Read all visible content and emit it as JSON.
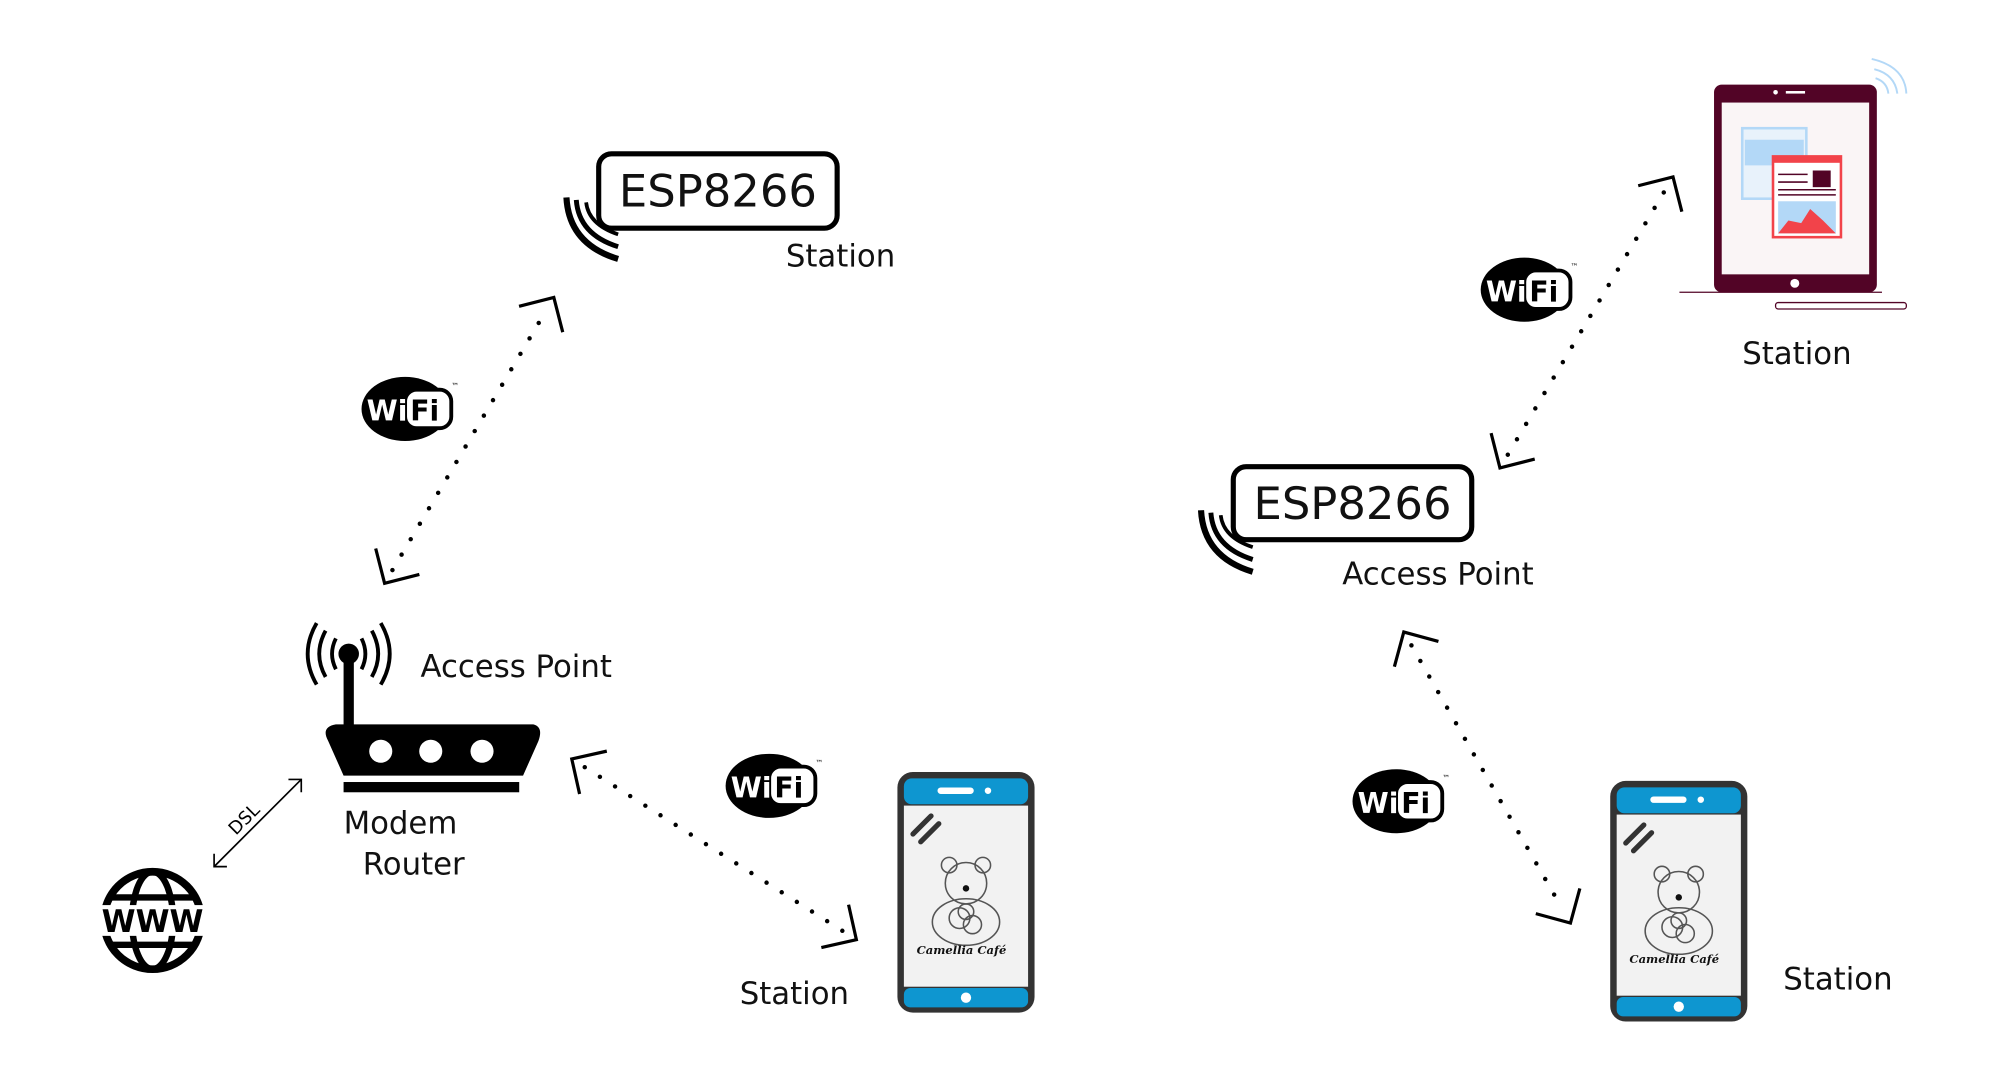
{
  "left": {
    "esp_module": {
      "chip": "ESP8266",
      "role": "Station"
    },
    "router": {
      "role": "Access Point",
      "name_line1": "Modem",
      "name_line2": "Router"
    },
    "dsl_label": "DSL",
    "internet": {
      "label": "WWW",
      "icon": "globe-icon"
    },
    "phone": {
      "role": "Station",
      "screen_brand": "Camellia Café"
    },
    "wifi_logo": {
      "text1": "Wi",
      "text2": "Fi",
      "tm": "™"
    }
  },
  "right": {
    "esp_module": {
      "chip": "ESP8266",
      "role": "Access Point"
    },
    "tablet": {
      "role": "Station"
    },
    "phone": {
      "role": "Station",
      "screen_brand": "Camellia Café"
    },
    "wifi_logo": {
      "text1": "Wi",
      "text2": "Fi",
      "tm": "™"
    }
  },
  "colors": {
    "phone_accent": "#0e96d0",
    "phone_frame": "#333333",
    "tablet_frame": "#520426",
    "tablet_red": "#f2434a",
    "tablet_blue": "#b3d8f7"
  }
}
